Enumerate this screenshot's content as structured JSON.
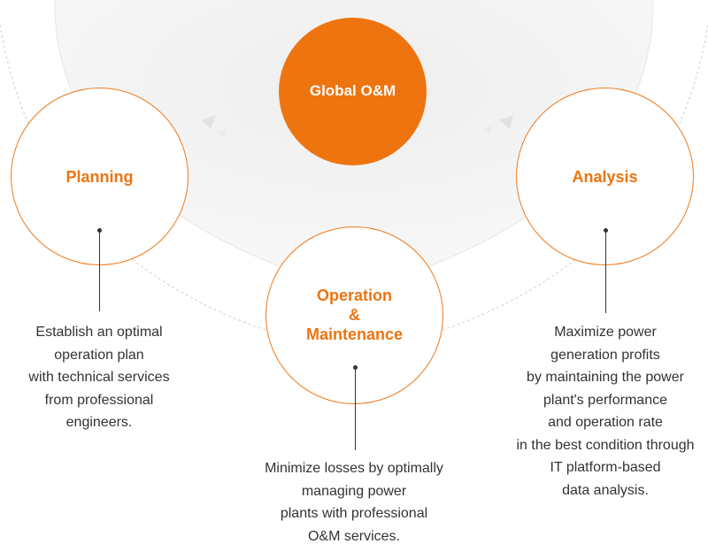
{
  "hub": {
    "label": "Global O&M"
  },
  "stages": [
    {
      "title_lines": [
        "Planning"
      ],
      "description_lines": [
        "Establish an optimal",
        "operation plan",
        "with technical services",
        "from professional",
        "engineers."
      ]
    },
    {
      "title_lines": [
        "Operation",
        "&",
        "Maintenance"
      ],
      "description_lines": [
        "Minimize losses by optimally",
        "managing power",
        "plants with professional",
        "O&M services."
      ]
    },
    {
      "title_lines": [
        "Analysis"
      ],
      "description_lines": [
        "Maximize power",
        "generation profits",
        "by maintaining the power",
        "plant's performance",
        "and operation rate",
        "in the best condition through",
        "IT platform-based",
        "data analysis."
      ]
    }
  ],
  "colors": {
    "accent": "#ee7410",
    "text": "#333333",
    "backdrop": "#f4f4f4"
  }
}
